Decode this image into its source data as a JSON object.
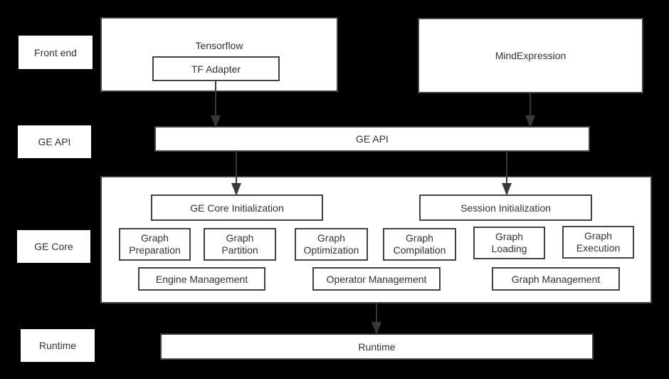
{
  "colors": {
    "background": "#000000",
    "box_fill": "#ffffff",
    "box_border": "#424242",
    "text": "#333333",
    "arrow": "#383838"
  },
  "side_labels": [
    {
      "label": "Front end"
    },
    {
      "label": "GE API"
    },
    {
      "label": "GE Core"
    },
    {
      "label": "Runtime"
    }
  ],
  "front_end": {
    "tensorflow": {
      "title": "Tensorflow",
      "adapter": "TF Adapter"
    },
    "mind_expression": {
      "title": "MindExpression"
    }
  },
  "ge_api": {
    "label": "GE API"
  },
  "ge_core": {
    "init_boxes": [
      {
        "label": "GE Core Initialization"
      },
      {
        "label": "Session Initialization"
      }
    ],
    "stage_boxes": [
      {
        "line1": "Graph",
        "line2": "Preparation"
      },
      {
        "line1": "Graph",
        "line2": "Partition"
      },
      {
        "line1": "Graph",
        "line2": "Optimization"
      },
      {
        "line1": "Graph",
        "line2": "Compilation"
      },
      {
        "line1": "Graph",
        "line2": "Loading"
      },
      {
        "line1": "Graph",
        "line2": "Execution"
      }
    ],
    "management_boxes": [
      {
        "label": "Engine Management"
      },
      {
        "label": "Operator Management"
      },
      {
        "label": "Graph Management"
      }
    ]
  },
  "runtime": {
    "label": "Runtime"
  }
}
